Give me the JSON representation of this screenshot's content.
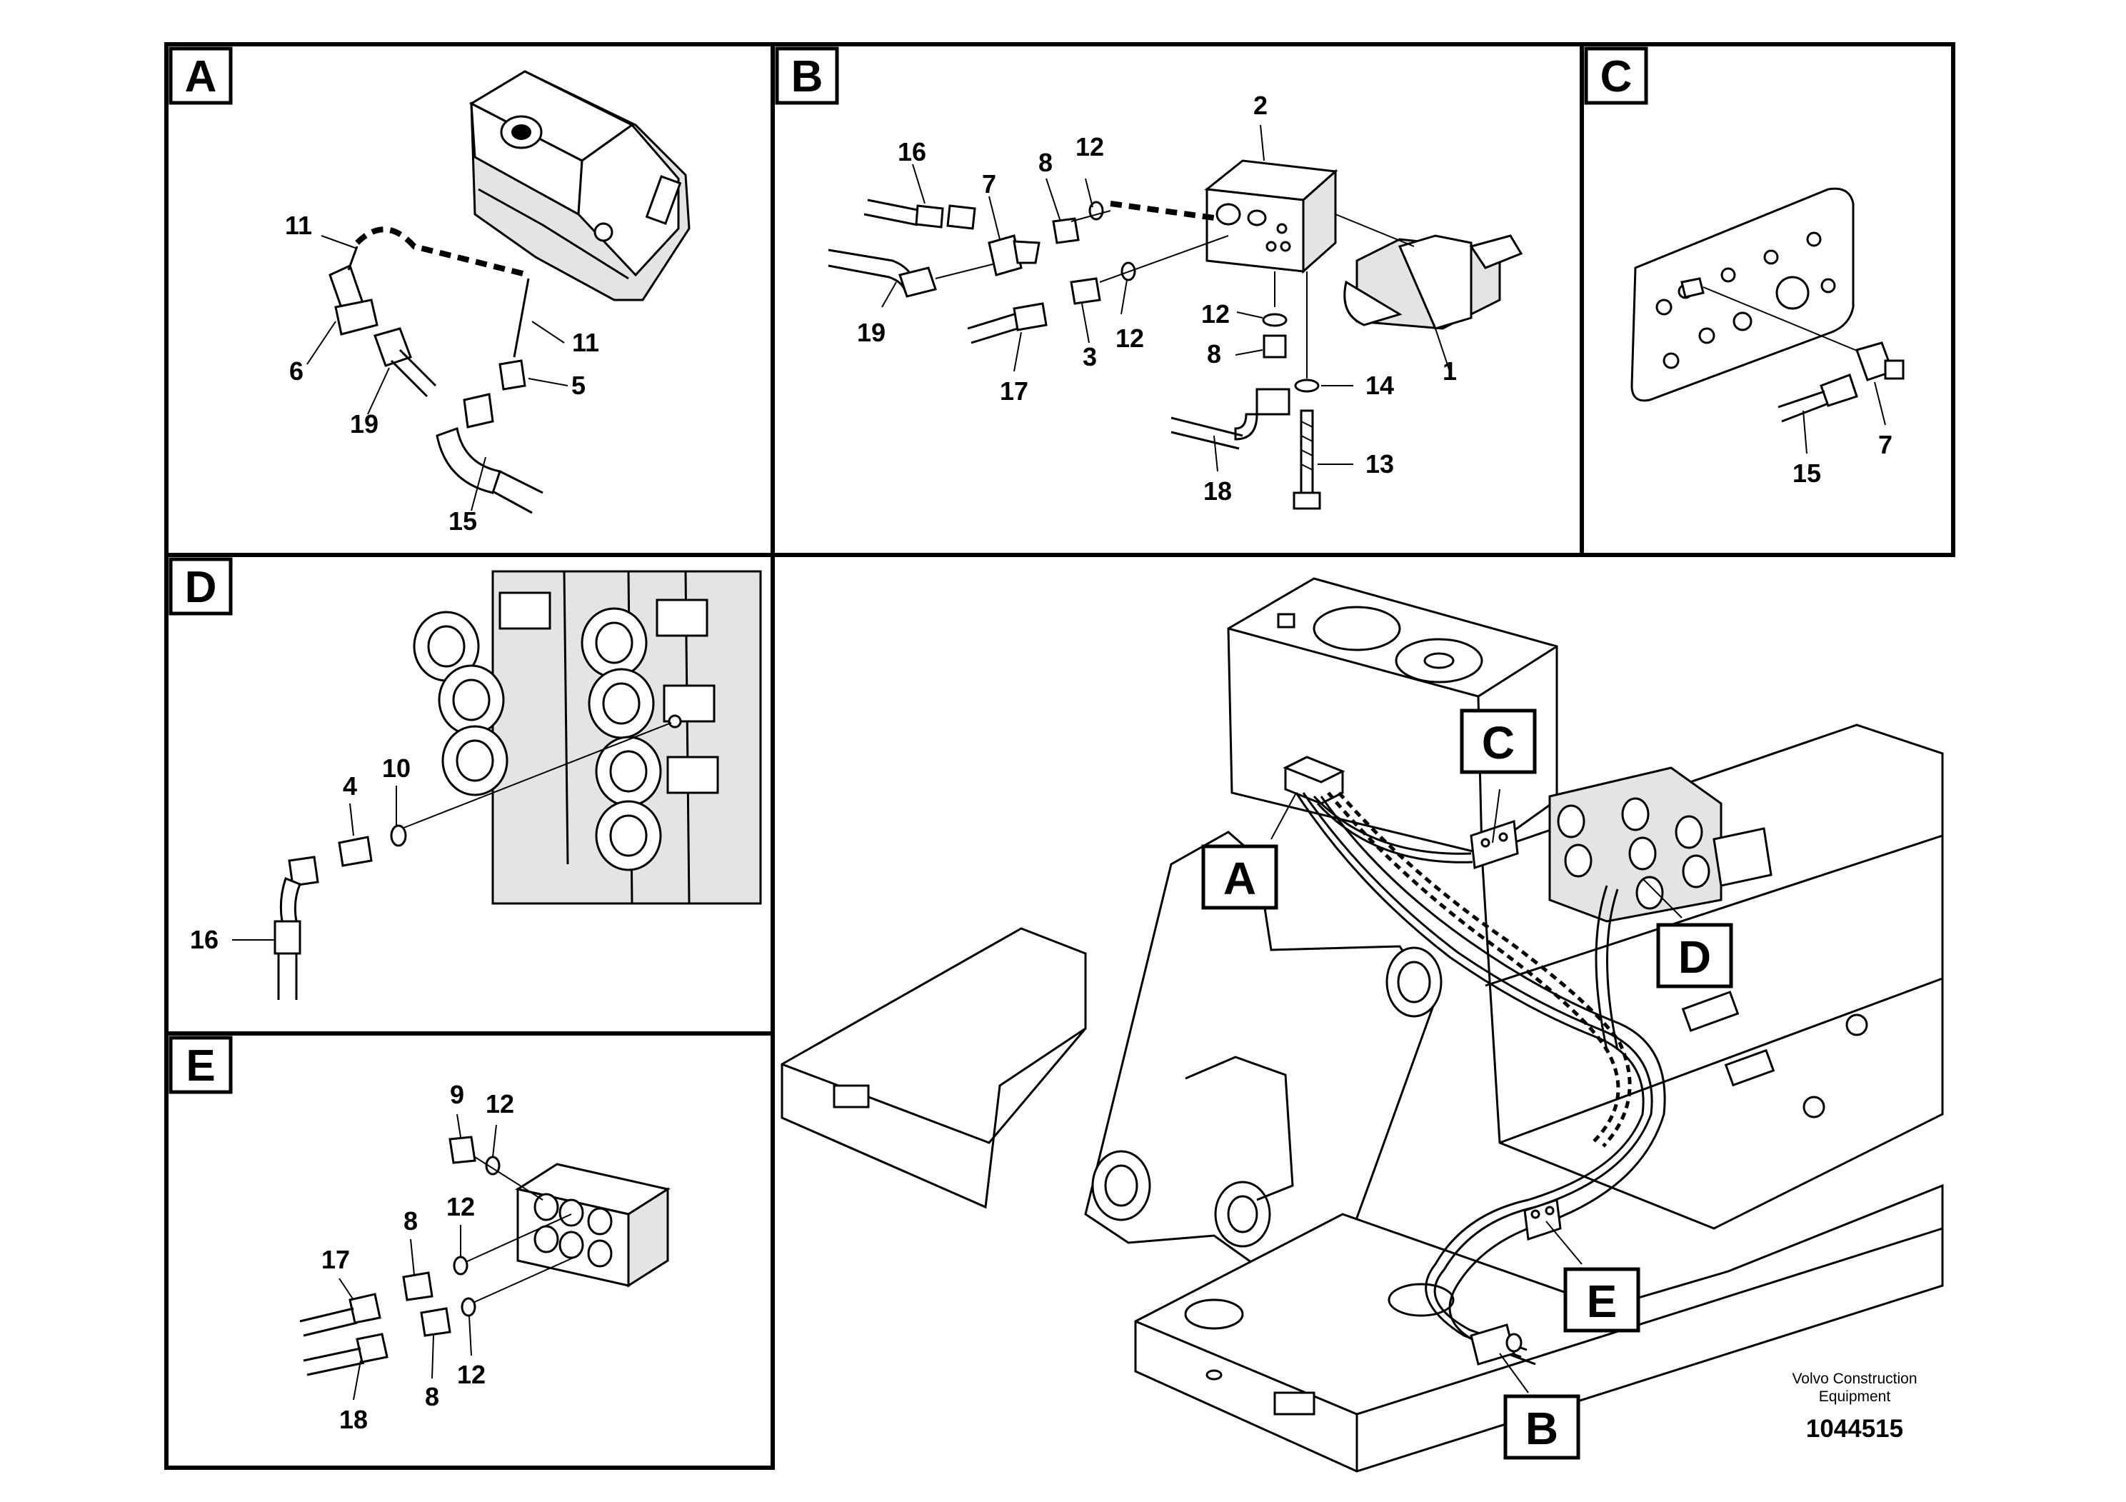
{
  "panels": [
    {
      "letter": "A",
      "labels": [
        "11",
        "11",
        "6",
        "19",
        "5",
        "15"
      ]
    },
    {
      "letter": "B",
      "labels": [
        "2",
        "16",
        "7",
        "8",
        "12",
        "12",
        "8",
        "19",
        "17",
        "3",
        "12",
        "14",
        "1",
        "13",
        "18"
      ]
    },
    {
      "letter": "C",
      "labels": [
        "15",
        "7"
      ]
    },
    {
      "letter": "D",
      "labels": [
        "4",
        "10",
        "16"
      ]
    },
    {
      "letter": "E",
      "labels": [
        "9",
        "12",
        "8",
        "12",
        "17",
        "8",
        "12",
        "18"
      ]
    }
  ],
  "main_callouts": [
    "C",
    "A",
    "D",
    "E",
    "B"
  ],
  "footer": {
    "company_line1": "Volvo Construction",
    "company_line2": "Equipment",
    "drawing_number": "1044515"
  },
  "colors": {
    "line": "#000000",
    "fill": "#ffffff",
    "shade": "#e4e4e4"
  }
}
